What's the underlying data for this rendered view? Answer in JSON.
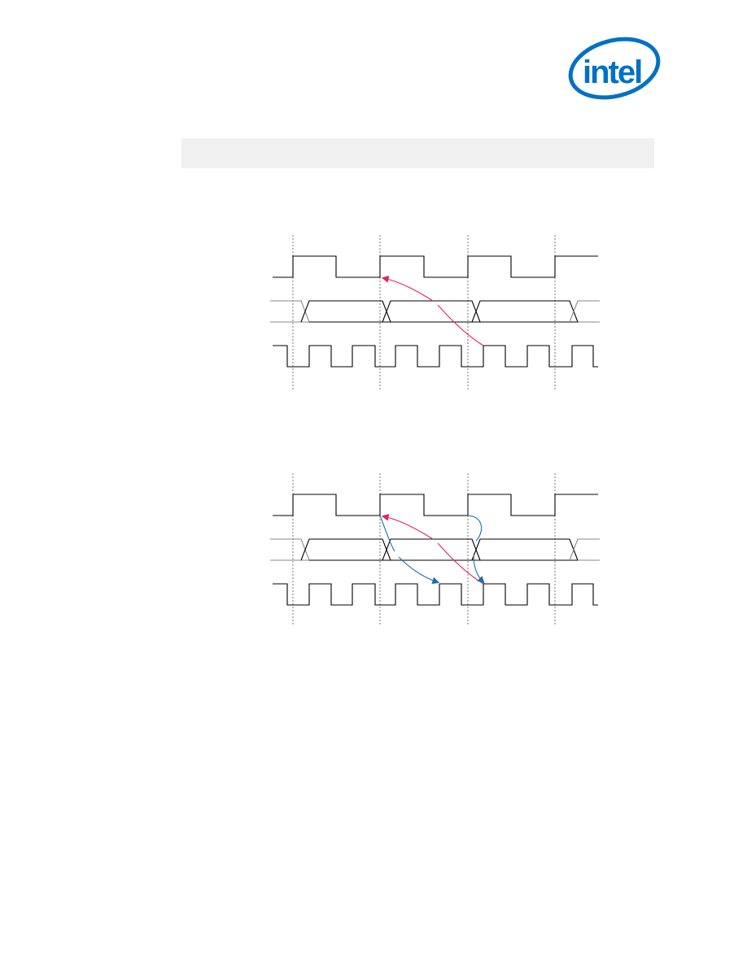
{
  "logo": {
    "icon": "intel-logo-icon",
    "text": "intel",
    "color": "#0071c5"
  },
  "colors": {
    "signal": "#000000",
    "guide": "#555555",
    "arrow_red": "#e0245e",
    "arrow_blue": "#1a6fa8",
    "header_bar": "#f0f0f0"
  },
  "diagrams": [
    {
      "id": "timing-diagram-1",
      "signals": [
        "slow-clock",
        "data-bus",
        "fast-clock"
      ],
      "arrows": [
        {
          "color": "red",
          "from": "fast-clock-edge-4",
          "to": "slow-clock-edge-2"
        }
      ]
    },
    {
      "id": "timing-diagram-2",
      "signals": [
        "slow-clock",
        "data-bus",
        "fast-clock"
      ],
      "arrows": [
        {
          "color": "red",
          "from": "fast-clock-edge-4",
          "to": "slow-clock-edge-2"
        },
        {
          "color": "blue",
          "from": "slow-clock-edge-2",
          "to": "fast-clock-edge-3"
        },
        {
          "color": "blue",
          "from": "slow-clock-edge-3",
          "to": "fast-clock-edge-4"
        }
      ]
    }
  ]
}
